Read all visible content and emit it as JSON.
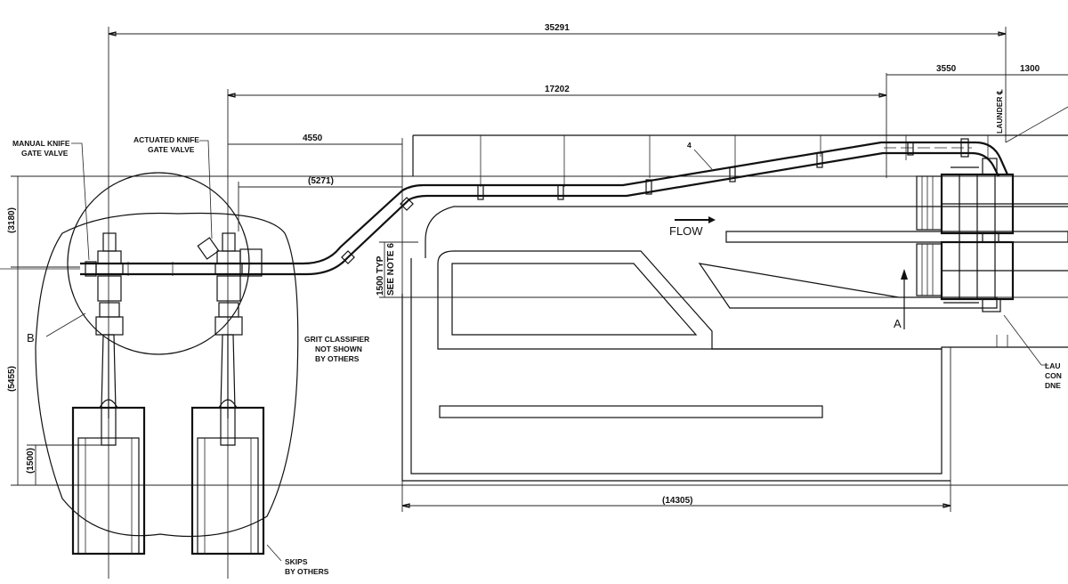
{
  "dimensions": {
    "overall": "35291",
    "to_classifier": "17202",
    "valve_spacing": "4550",
    "inner_offset": "(5271)",
    "right_a": "3550",
    "right_b": "1300",
    "bottom": "(14305)",
    "left_upper": "(3180)",
    "left_lower": "(5455)",
    "left_small": "(1500)",
    "rise_typ": "1500 TYP",
    "rise_note": "SEE NOTE 6"
  },
  "labels": {
    "manual_valve_1": "MANUAL KNIFE",
    "manual_valve_2": "GATE VALVE",
    "actuated_valve_1": "ACTUATED KNIFE",
    "actuated_valve_2": "GATE VALVE",
    "grit_1": "GRIT CLASSIFIER",
    "grit_2": "NOT SHOWN",
    "grit_3": "BY OTHERS",
    "skips_1": "SKIPS",
    "skips_2": "BY OTHERS",
    "flow": "FLOW",
    "launder": "LAUNDER ℄",
    "item_4": "4",
    "detail_b": "B",
    "section_a": "A",
    "right_note_1": "LAU",
    "right_note_2": "CON",
    "right_note_3": "DNE"
  }
}
